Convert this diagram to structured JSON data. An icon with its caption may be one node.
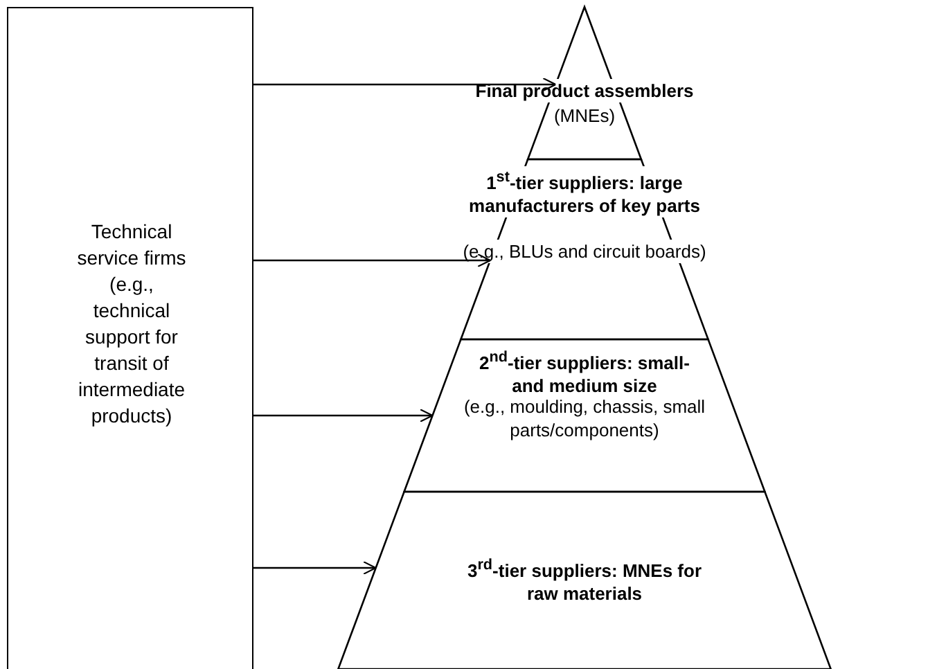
{
  "diagram": {
    "nodes": [
      {
        "text": [
          "Technical service firms (e.g., technical support for transit of intermediate products)"
        ]
      },
      {
        "text": [
          "Final product assemblers",
          "(MNEs)"
        ]
      },
      {
        "text": [
          "1$^{st}$-tier suppliers: large manufacturers of key parts",
          "(e.g., BLUs and circuit boards)"
        ]
      },
      {
        "text": [
          "2$^{nd}$-tier suppliers: small- and medium size manufacturers",
          "(e.g., moulding, chassis, small parts/components)"
        ]
      },
      {
        "text": [
          "3$^{rd}$-tier suppliers: MNEs for raw materials"
        ]
      }
    ],
    "edges": [
      {
        "from": 0,
        "to": 1,
        "arrow": "to"
      },
      {
        "from": 0,
        "to": 2,
        "arrow": "to"
      },
      {
        "from": 0,
        "to": 3,
        "arrow": "to"
      },
      {
        "from": 0,
        "to": 4,
        "arrow": "to"
      }
    ]
  }
}
